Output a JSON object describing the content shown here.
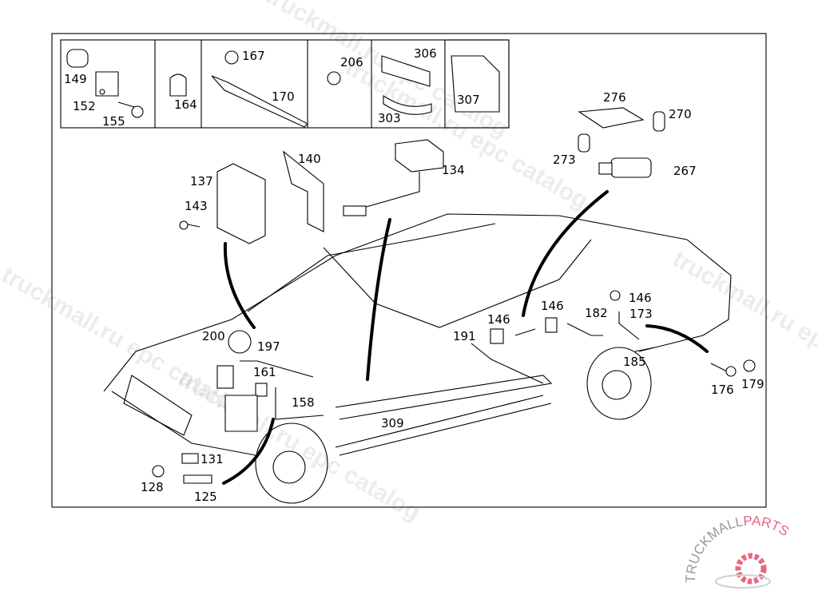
{
  "diagram": {
    "title": "Headlamp cleaning / washer system parts diagram",
    "inset_parts": [
      "149",
      "152",
      "155",
      "164",
      "167",
      "170",
      "206",
      "306",
      "303",
      "307"
    ],
    "labels": {
      "l149": "149",
      "l152": "152",
      "l155": "155",
      "l164": "164",
      "l167": "167",
      "l170": "170",
      "l206": "206",
      "l306": "306",
      "l303": "303",
      "l307": "307",
      "l137": "137",
      "l143": "143",
      "l140": "140",
      "l134": "134",
      "l276": "276",
      "l270": "270",
      "l273": "273",
      "l267": "267",
      "l200": "200",
      "l197": "197",
      "l161": "161",
      "l158": "158",
      "l309": "309",
      "l131": "131",
      "l128": "128",
      "l125": "125",
      "l191": "191",
      "l146a": "146",
      "l146b": "146",
      "l146c": "146",
      "l182": "182",
      "l173": "173",
      "l185": "185",
      "l176": "176",
      "l179": "179"
    }
  },
  "watermark": {
    "text_a": "truckmall.ru epc catalog",
    "text_b": "truckmall.ru epc catalog"
  },
  "logo": {
    "part1": "TRUCKMALL",
    "part2": "PARTS",
    "color_gray": "#9a9a9a",
    "color_pink": "#e8657f"
  }
}
